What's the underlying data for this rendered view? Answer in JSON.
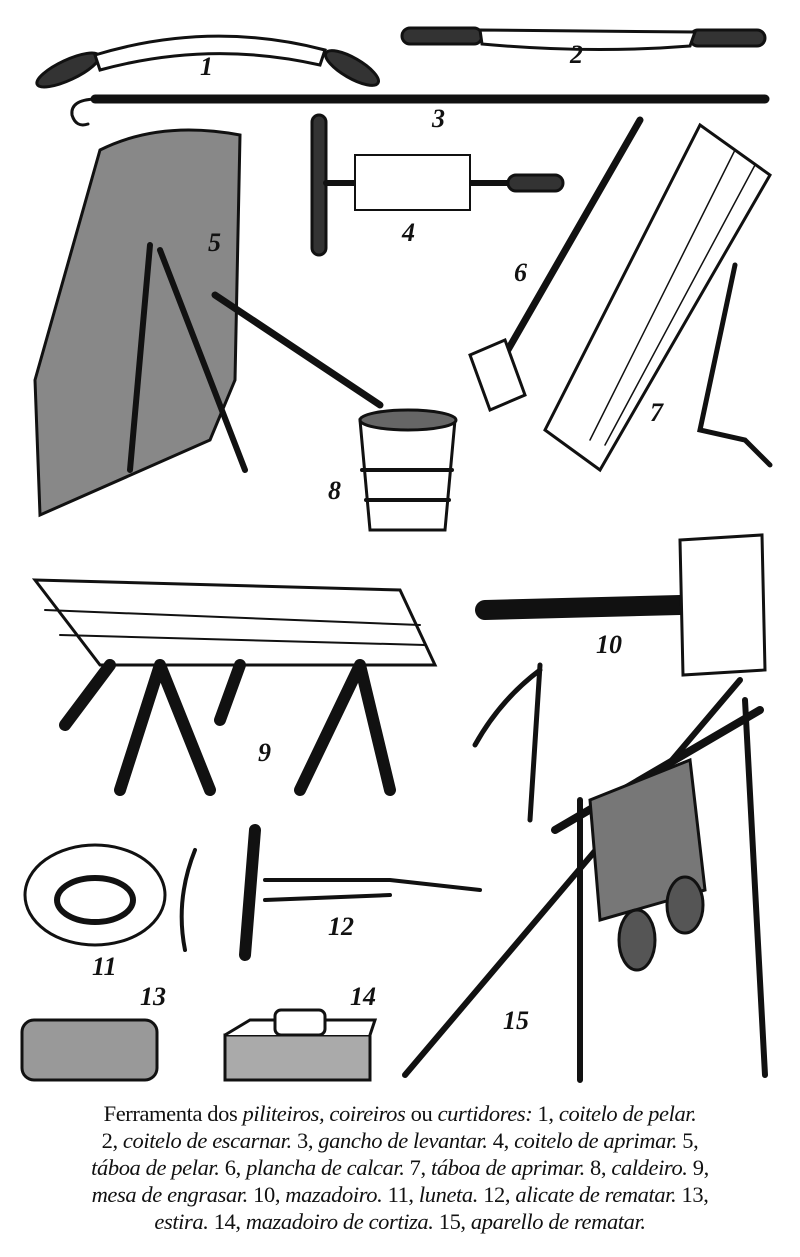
{
  "figure_labels": [
    "1",
    "2",
    "3",
    "4",
    "5",
    "6",
    "7",
    "8",
    "9",
    "10",
    "11",
    "12",
    "13",
    "14",
    "15"
  ],
  "caption": {
    "lines": [
      [
        {
          "t": "Ferramenta dos ",
          "i": false
        },
        {
          "t": "piliteiros, coireiros",
          "i": true
        },
        {
          "t": " ou ",
          "i": false
        },
        {
          "t": "curtidores:",
          "i": true
        },
        {
          "t": " 1, ",
          "i": false
        },
        {
          "t": "coitelo de pelar.",
          "i": true
        }
      ],
      [
        {
          "t": "2, ",
          "i": false
        },
        {
          "t": "coitelo de escarnar.",
          "i": true
        },
        {
          "t": " 3, ",
          "i": false
        },
        {
          "t": "gancho de levantar.",
          "i": true
        },
        {
          "t": " 4, ",
          "i": false
        },
        {
          "t": "coitelo de aprimar.",
          "i": true
        },
        {
          "t": " 5,",
          "i": false
        }
      ],
      [
        {
          "t": "táboa de pelar.",
          "i": true
        },
        {
          "t": " 6, ",
          "i": false
        },
        {
          "t": "plancha de calcar.",
          "i": true
        },
        {
          "t": " 7, ",
          "i": false
        },
        {
          "t": "táboa de aprimar.",
          "i": true
        },
        {
          "t": " 8, ",
          "i": false
        },
        {
          "t": "caldeiro.",
          "i": true
        },
        {
          "t": " 9,",
          "i": false
        }
      ],
      [
        {
          "t": "mesa de engrasar.",
          "i": true
        },
        {
          "t": " 10, ",
          "i": false
        },
        {
          "t": "mazadoiro.",
          "i": true
        },
        {
          "t": " 11, ",
          "i": false
        },
        {
          "t": "luneta.",
          "i": true
        },
        {
          "t": " 12, ",
          "i": false
        },
        {
          "t": "alicate de rematar.",
          "i": true
        },
        {
          "t": " 13,",
          "i": false
        }
      ],
      [
        {
          "t": "estira.",
          "i": true
        },
        {
          "t": " 14, ",
          "i": false
        },
        {
          "t": "mazadoiro de cortiza.",
          "i": true
        },
        {
          "t": " 15, ",
          "i": false
        },
        {
          "t": "aparello de rematar.",
          "i": true
        }
      ]
    ]
  }
}
